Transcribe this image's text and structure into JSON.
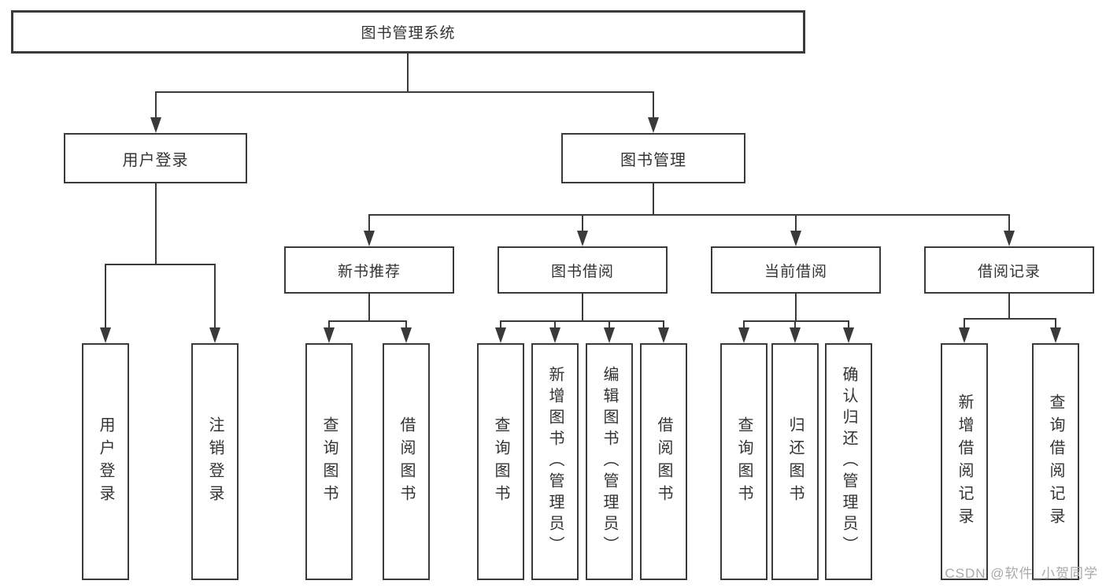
{
  "diagram": {
    "root": {
      "label": "图书管理系统",
      "children": [
        {
          "label": "用户登录",
          "children": [
            {
              "label": "用户登录"
            },
            {
              "label": "注销登录"
            }
          ]
        },
        {
          "label": "图书管理",
          "children": [
            {
              "label": "新书推荐",
              "children": [
                {
                  "label": "查询图书"
                },
                {
                  "label": "借阅图书"
                }
              ]
            },
            {
              "label": "图书借阅",
              "children": [
                {
                  "label": "查询图书"
                },
                {
                  "label": "新增图书（管理员）"
                },
                {
                  "label": "编辑图书（管理员）"
                },
                {
                  "label": "借阅图书"
                }
              ]
            },
            {
              "label": "当前借阅",
              "children": [
                {
                  "label": "查询图书"
                },
                {
                  "label": "归还图书"
                },
                {
                  "label": "确认归还（管理员）"
                }
              ]
            },
            {
              "label": "借阅记录",
              "children": [
                {
                  "label": "新增借阅记录"
                },
                {
                  "label": "查询借阅记录"
                }
              ]
            }
          ]
        }
      ]
    }
  },
  "watermark": {
    "text": "CSDN @软件_小贺同学"
  },
  "colors": {
    "line": "#3a3a3a",
    "box_border": "#3a3a3a",
    "text": "#333333",
    "background": "#ffffff",
    "watermark": "#a9a9a9"
  }
}
